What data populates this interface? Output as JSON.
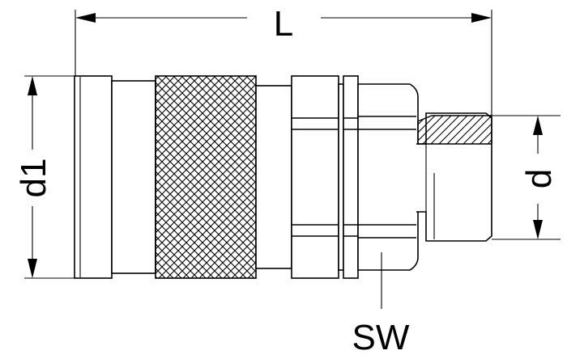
{
  "labels": {
    "length": "L",
    "outer_diameter": "d1",
    "thread_diameter": "d",
    "wrench_size": "SW"
  },
  "colors": {
    "line": "#000000",
    "background": "#ffffff"
  }
}
